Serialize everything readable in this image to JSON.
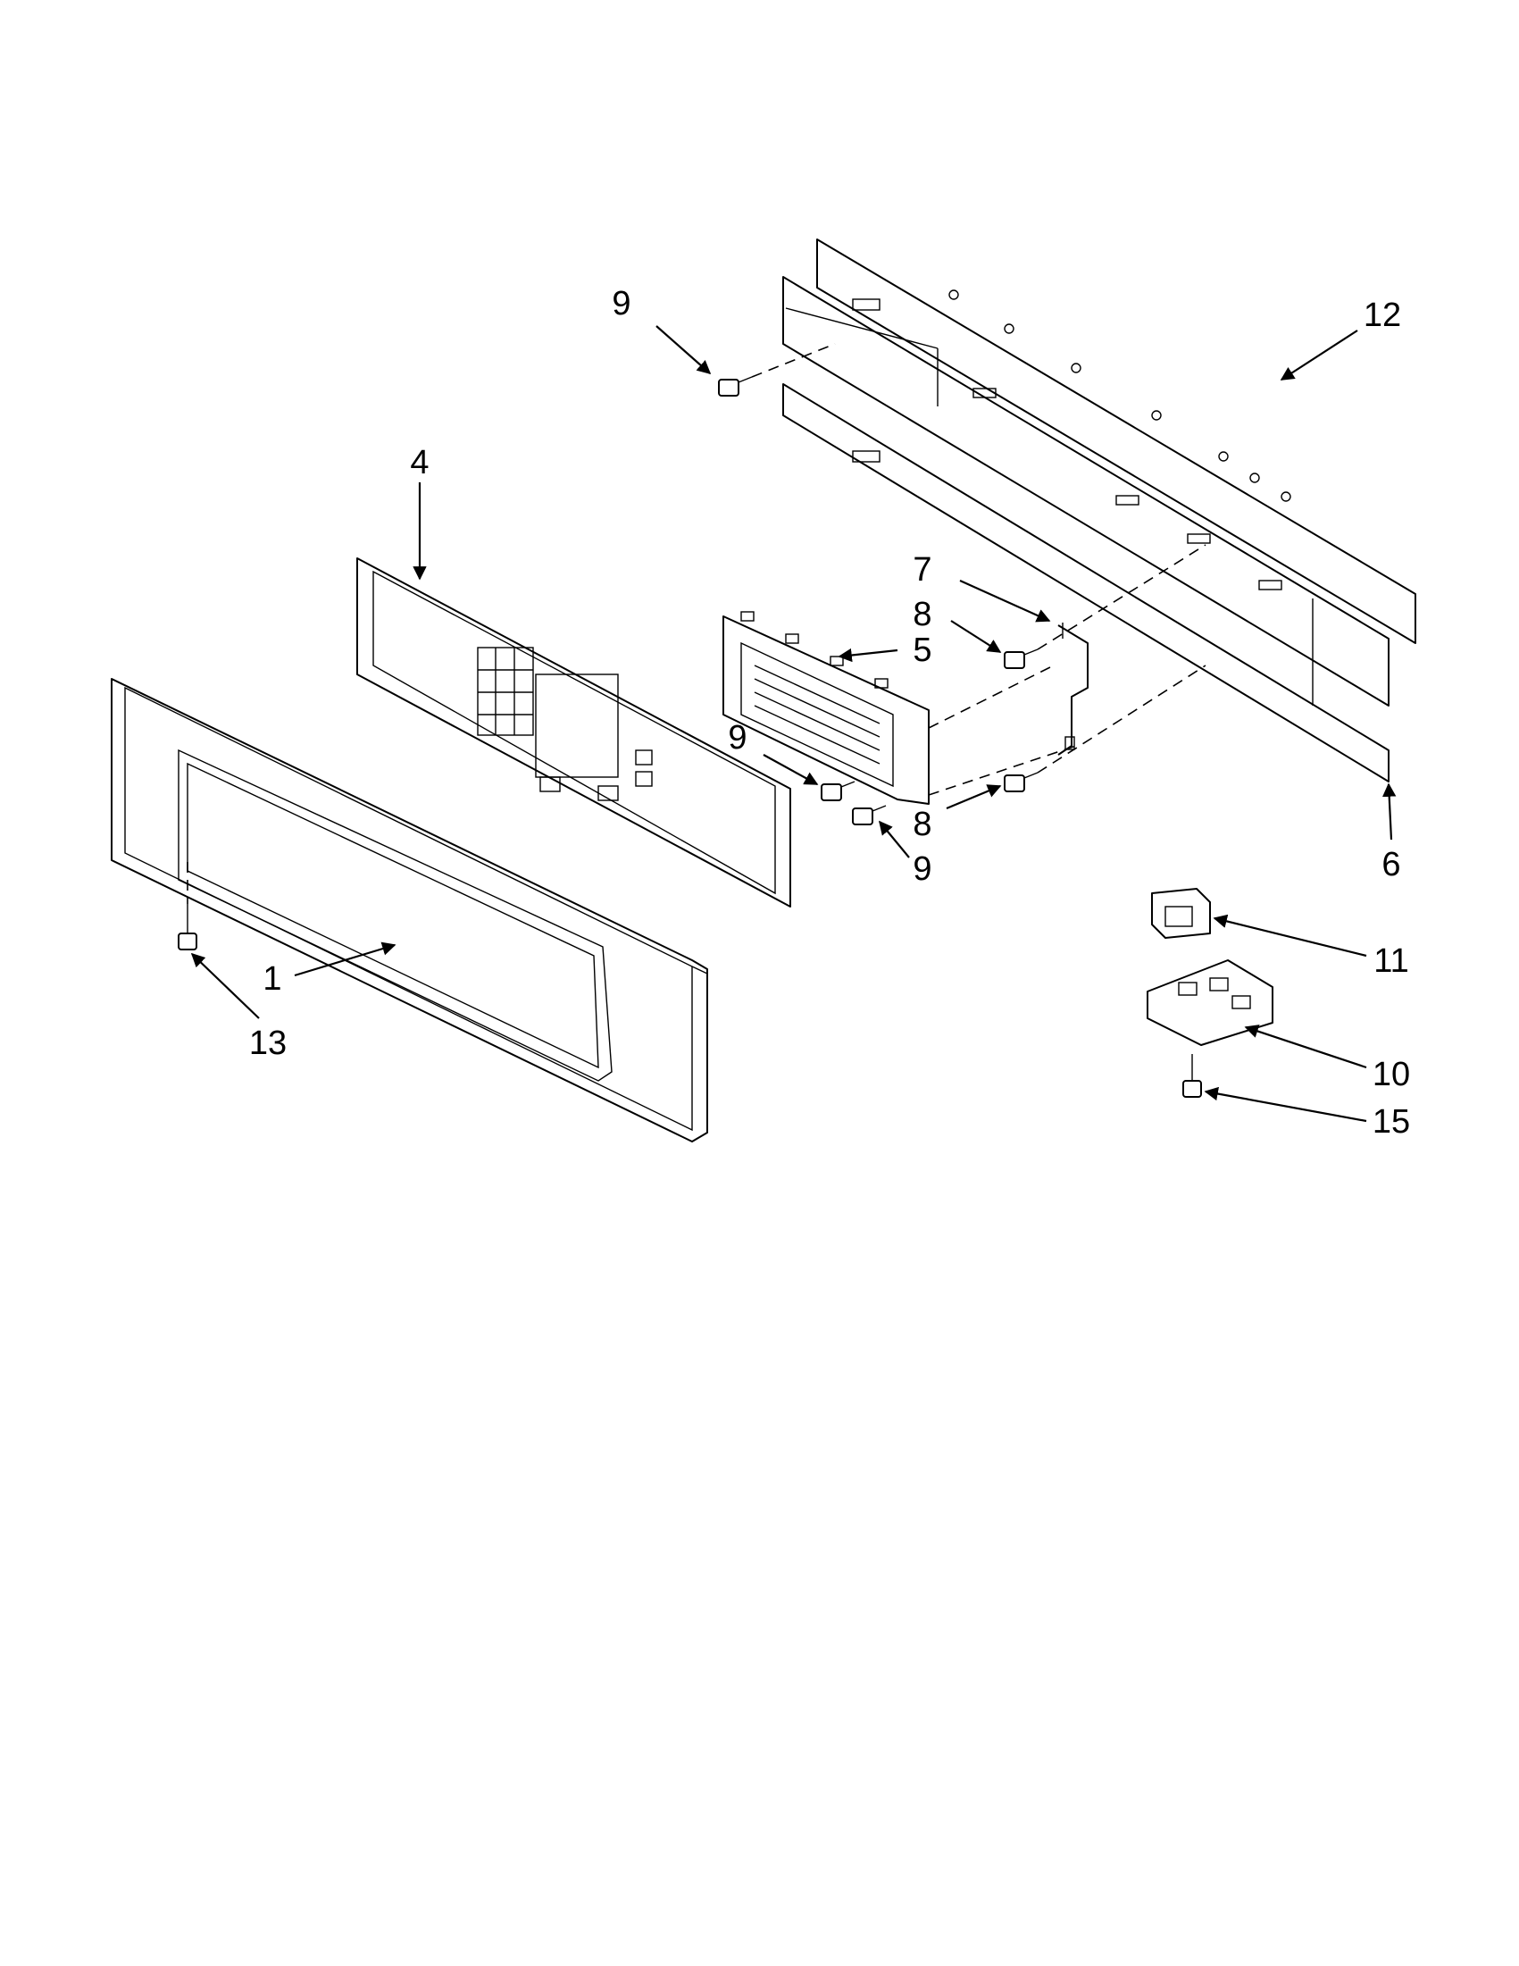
{
  "diagram": {
    "type": "exploded-parts-diagram",
    "callouts": [
      {
        "id": "c9a",
        "label": "9"
      },
      {
        "id": "c12",
        "label": "12"
      },
      {
        "id": "c4",
        "label": "4"
      },
      {
        "id": "c7",
        "label": "7"
      },
      {
        "id": "c8a",
        "label": "8"
      },
      {
        "id": "c5",
        "label": "5"
      },
      {
        "id": "c9b",
        "label": "9"
      },
      {
        "id": "c8b",
        "label": "8"
      },
      {
        "id": "c9c",
        "label": "9"
      },
      {
        "id": "c6",
        "label": "6"
      },
      {
        "id": "c11",
        "label": "11"
      },
      {
        "id": "c1",
        "label": "1"
      },
      {
        "id": "c13",
        "label": "13"
      },
      {
        "id": "c10",
        "label": "10"
      },
      {
        "id": "c15",
        "label": "15"
      }
    ]
  }
}
